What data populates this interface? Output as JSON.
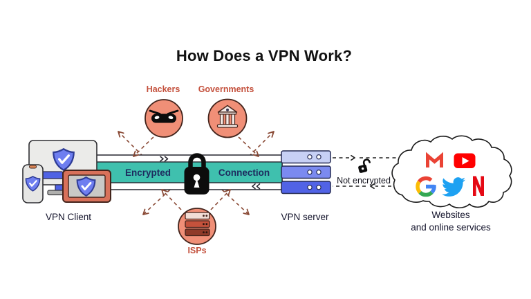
{
  "title": "How Does a VPN Work?",
  "client": {
    "label": "VPN Client",
    "devices": [
      "monitor",
      "phone",
      "tablet"
    ],
    "shield_icon": "shield-check"
  },
  "tunnel": {
    "encrypted_label": "Encrypted",
    "connection_label": "Connection",
    "lock_icon": "closed-padlock"
  },
  "threats": {
    "hackers": {
      "label": "Hackers",
      "icon": "bandit-mask"
    },
    "governments": {
      "label": "Governments",
      "icon": "government-building"
    },
    "isps": {
      "label": "ISPs",
      "icon": "server-stack"
    }
  },
  "server": {
    "label": "VPN server"
  },
  "unencrypted": {
    "label": "Not encrypted",
    "icon": "open-padlock"
  },
  "websites": {
    "label_line1": "Websites",
    "label_line2": "and online services",
    "icons": [
      "gmail-icon",
      "youtube-icon",
      "google-icon",
      "twitter-icon",
      "netflix-icon"
    ]
  },
  "colors": {
    "background": "#ffffff",
    "tunnel_teal": "#3fc0ae",
    "tunnel_text": "#1d2a5e",
    "threat_circle": "#f08f77",
    "threat_label": "#c4513d",
    "threat_arrow": "#8a4a36",
    "shield_fill": "#6e7ef0",
    "shield_stroke": "#2e3c96",
    "server_bar_light": "#c7d0f5",
    "server_bar_mid": "#7b8af0",
    "server_bar_dark": "#5163e6",
    "tablet_frame": "#d8715a",
    "gmail_red": "#EA4335",
    "youtube_red": "#FF0000",
    "google_blue": "#4285F4",
    "google_green": "#34A853",
    "google_yellow": "#FBBC05",
    "twitter_blue": "#1DA1F2",
    "netflix_red": "#E50914",
    "padlock_black": "#0c0c0c"
  }
}
